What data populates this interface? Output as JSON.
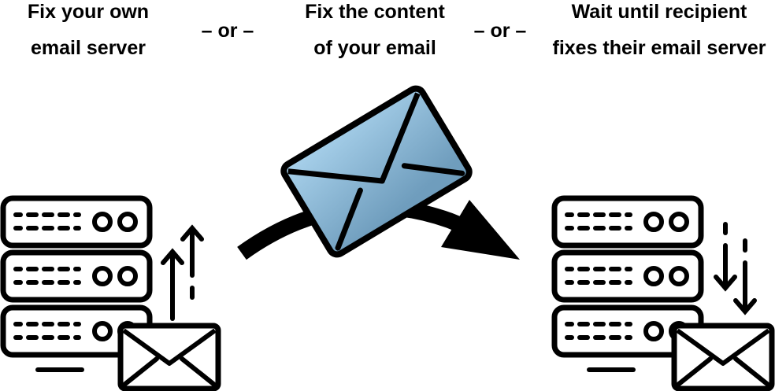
{
  "options": [
    {
      "line1": "Fix your own",
      "line2": "email server"
    },
    {
      "line1": "Fix the content",
      "line2": "of your email"
    },
    {
      "line1": "Wait until recipient",
      "line2": "fixes their email server"
    }
  ],
  "separators": [
    "– or –",
    "– or –"
  ],
  "colors": {
    "ink": "#000000",
    "envelope_fill_top": "#a9d2ec",
    "envelope_fill_bottom": "#6f9dbd"
  },
  "icons": {
    "left": [
      "server-rack-icon",
      "upload-arrows-icon",
      "envelope-icon"
    ],
    "middle": [
      "flying-envelope-icon",
      "curved-arrow-icon"
    ],
    "right": [
      "server-rack-icon",
      "download-arrows-icon",
      "envelope-icon"
    ]
  }
}
